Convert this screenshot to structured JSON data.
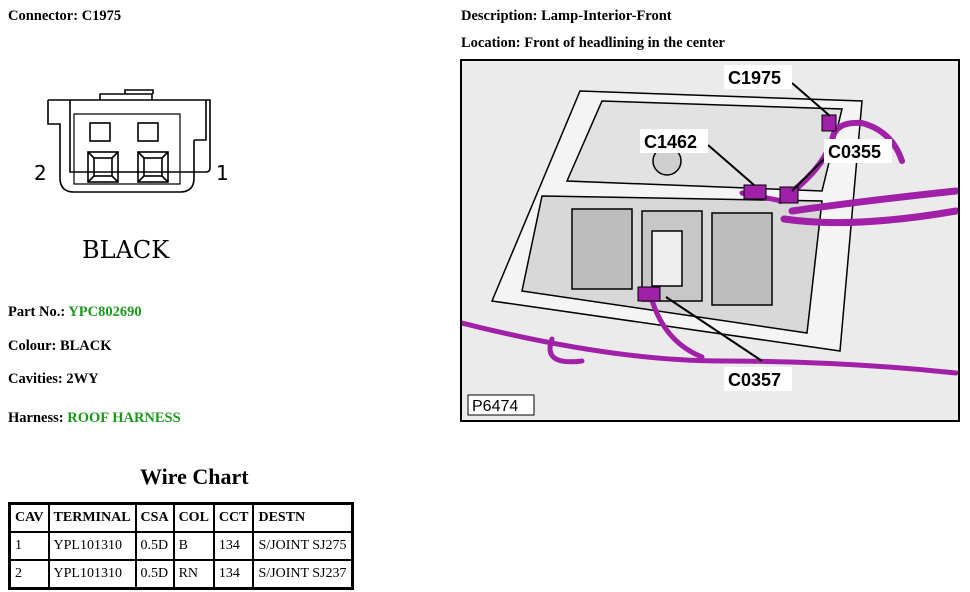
{
  "connector": {
    "label": "Connector:",
    "value": "C1975",
    "pin_left": "2",
    "pin_right": "1",
    "color_caption": "BLACK"
  },
  "description": {
    "label": "Description:",
    "value": "Lamp-Interior-Front"
  },
  "location": {
    "label": "Location:",
    "value": "Front of headlining in the center"
  },
  "part_no": {
    "label": "Part No.:",
    "value": "YPC802690"
  },
  "colour": {
    "label": "Colour:",
    "value": "BLACK"
  },
  "cavities": {
    "label": "Cavities:",
    "value": "2WY"
  },
  "harness": {
    "label": "Harness:",
    "value": "ROOF HARNESS"
  },
  "wire_chart": {
    "title": "Wire Chart",
    "headers": [
      "CAV",
      "TERMINAL",
      "CSA",
      "COL",
      "CCT",
      "DESTN"
    ],
    "rows": [
      [
        "1",
        "YPL101310",
        "0.5D",
        "B",
        "134",
        "S/JOINT SJ275"
      ],
      [
        "2",
        "YPL101310",
        "0.5D",
        "RN",
        "134",
        "S/JOINT SJ237"
      ]
    ]
  },
  "figure": {
    "callouts": [
      "C1975",
      "C1462",
      "C0355",
      "C0357"
    ],
    "image_id": "P6474"
  },
  "colors": {
    "accent_green": "#1a9a1a",
    "harness_purple": "#a020a8"
  }
}
